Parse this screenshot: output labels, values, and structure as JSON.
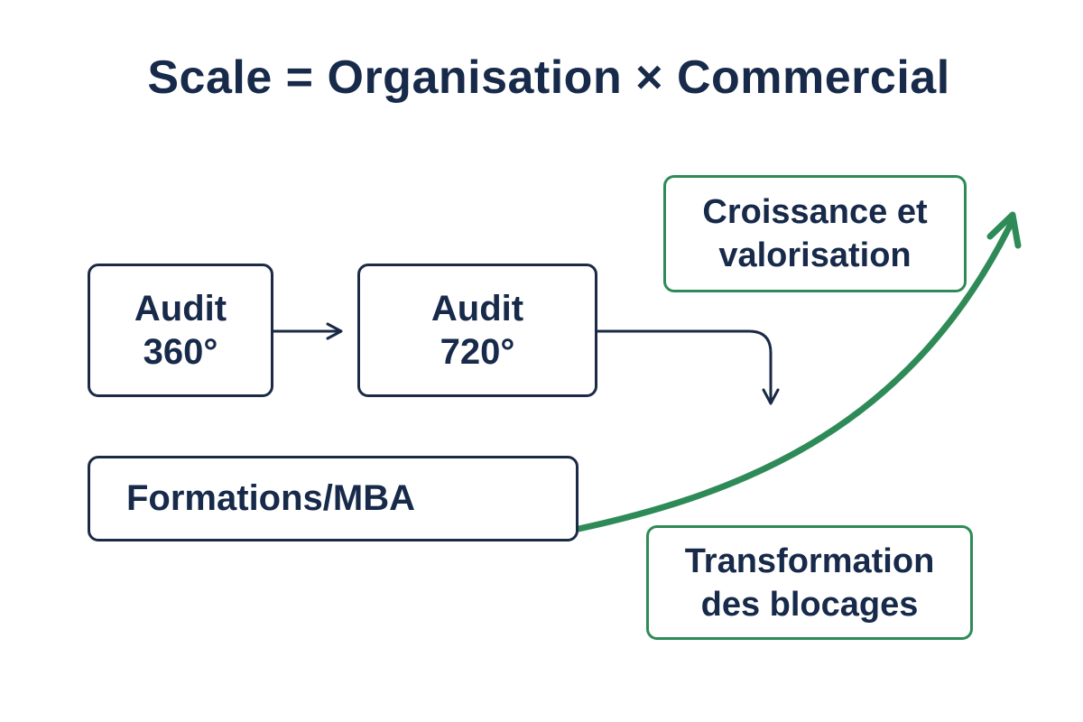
{
  "title": "Scale = Organisation × Commercial",
  "nodes": {
    "audit_360": {
      "line1": "Audit",
      "line2": "360°"
    },
    "audit_720": {
      "line1": "Audit",
      "line2": "720°"
    },
    "formations": {
      "label": "Formations/MBA"
    },
    "croissance": {
      "line1": "Croissance et",
      "line2": "valorisation"
    },
    "transformation": {
      "line1": "Transformation",
      "line2": "des blocages"
    }
  },
  "colors": {
    "text": "#172a4a",
    "box_border": "#1b2a45",
    "growth_green": "#2e8b57"
  }
}
